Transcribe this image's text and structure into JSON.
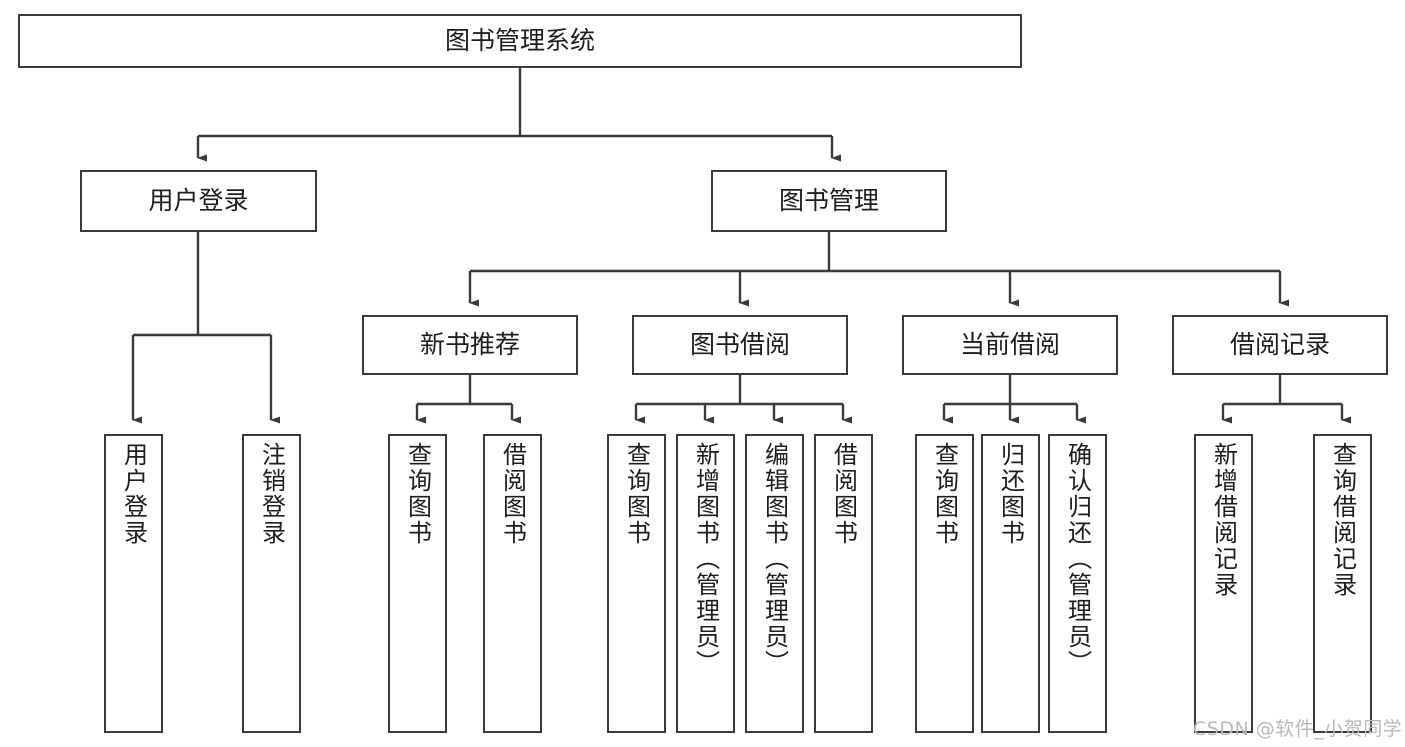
{
  "diagram": {
    "title": "图书管理系统",
    "type": "tree-hierarchy-diagram",
    "colors": {
      "box_border": "#3a3a3a",
      "box_fill": "#ffffff",
      "edge": "#3a3a3a",
      "text": "#1d1d1d",
      "watermark": "#b9b9b9",
      "background": "#ffffff"
    },
    "watermark": "CSDN @软件_小贺同学",
    "nodes": {
      "root": {
        "label": "图书管理系统"
      },
      "level2": [
        {
          "id": "user-login",
          "label": "用户登录"
        },
        {
          "id": "book-manage",
          "label": "图书管理"
        }
      ],
      "level3": [
        {
          "id": "new-book-recommend",
          "label": "新书推荐"
        },
        {
          "id": "book-borrow",
          "label": "图书借阅"
        },
        {
          "id": "current-borrow",
          "label": "当前借阅"
        },
        {
          "id": "borrow-record",
          "label": "借阅记录"
        }
      ],
      "leaves": {
        "user_login": [
          {
            "id": "leaf-user-login",
            "label": "用户登录"
          },
          {
            "id": "leaf-logout-login",
            "label": "注销登录"
          }
        ],
        "new_book_recommend": [
          {
            "id": "leaf-query-book-1",
            "label": "查询图书"
          },
          {
            "id": "leaf-borrow-book-1",
            "label": "借阅图书"
          }
        ],
        "book_borrow": [
          {
            "id": "leaf-query-book-2",
            "label": "查询图书"
          },
          {
            "id": "leaf-add-book",
            "label": "新增图书（管理员）"
          },
          {
            "id": "leaf-edit-book",
            "label": "编辑图书（管理员）"
          },
          {
            "id": "leaf-borrow-book-2",
            "label": "借阅图书"
          }
        ],
        "current_borrow": [
          {
            "id": "leaf-query-book-3",
            "label": "查询图书"
          },
          {
            "id": "leaf-return-book",
            "label": "归还图书"
          },
          {
            "id": "leaf-confirm-return",
            "label": "确认归还（管理员）"
          }
        ],
        "borrow_record": [
          {
            "id": "leaf-add-borrow-record",
            "label": "新增借阅记录"
          },
          {
            "id": "leaf-query-borrow-record",
            "label": "查询借阅记录"
          }
        ]
      }
    }
  }
}
